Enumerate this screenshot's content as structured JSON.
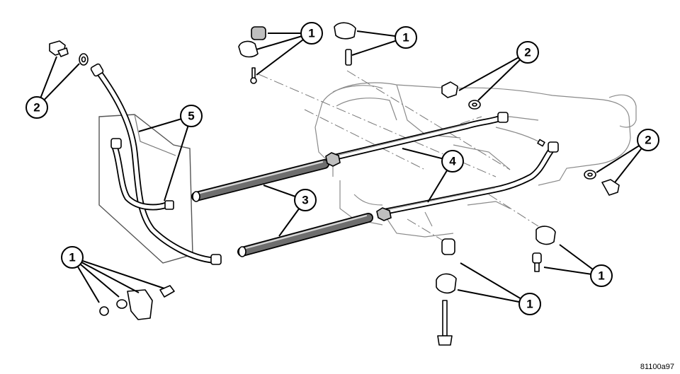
{
  "figure_code": "81100a97",
  "callouts": [
    {
      "id": "c1-top-left",
      "label": "1"
    },
    {
      "id": "c1-top-right",
      "label": "1"
    },
    {
      "id": "c2-top-left",
      "label": "2"
    },
    {
      "id": "c2-top-center",
      "label": "2"
    },
    {
      "id": "c2-right",
      "label": "2"
    },
    {
      "id": "c5",
      "label": "5"
    },
    {
      "id": "c4",
      "label": "4"
    },
    {
      "id": "c3",
      "label": "3"
    },
    {
      "id": "c1-bottom-left",
      "label": "1"
    },
    {
      "id": "c1-bottom-right",
      "label": "1"
    },
    {
      "id": "c1-bottom-center",
      "label": "1"
    }
  ]
}
